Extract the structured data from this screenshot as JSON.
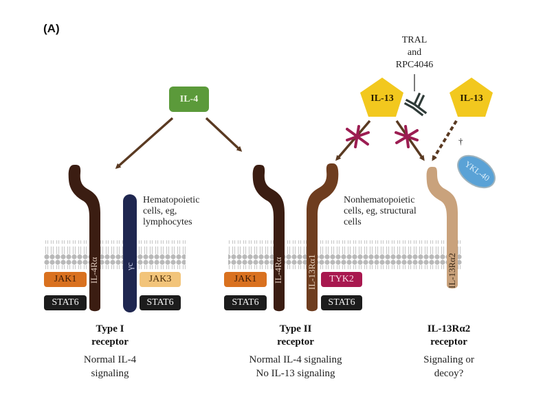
{
  "figure": {
    "panel_label": "(A)",
    "ligands": {
      "il4": "IL-4",
      "il13_left": "IL-13",
      "il13_right": "IL-13"
    },
    "antibody": {
      "label_line1": "TRAL",
      "label_line2": "and",
      "label_line3": "RPC4046"
    },
    "dagger": "†",
    "ykl40": "YKL-40",
    "receptor_chains": {
      "il4ra_type1": "IL-4Rα",
      "gamma_c": "γc",
      "il4ra_type2": "IL-4Rα",
      "il13ra1": "IL-13Rα1",
      "il13ra2": "IL-13Rα2"
    },
    "kinases": {
      "jak1_type1": "JAK1",
      "jak3": "JAK3",
      "jak1_type2": "JAK1",
      "tyk2": "TYK2"
    },
    "stats": {
      "stat6_1": "STAT6",
      "stat6_2": "STAT6",
      "stat6_3": "STAT6",
      "stat6_4": "STAT6"
    },
    "cell_notes": {
      "hematopoietic": [
        "Hematopoietic",
        "cells, eg,",
        "lymphocytes"
      ],
      "nonhematopoietic": [
        "Nonhematopoietic",
        "cells, eg, structural",
        "cells"
      ]
    },
    "receptors": [
      {
        "title_line1": "Type I",
        "title_line2": "receptor",
        "desc_line1": "Normal IL-4",
        "desc_line2": "signaling"
      },
      {
        "title_line1": "Type II",
        "title_line2": "receptor",
        "desc_line1": "Normal IL-4 signaling",
        "desc_line2": "No IL-13 signaling"
      },
      {
        "title_line1": "IL-13Rα2",
        "title_line2": "receptor",
        "desc_line1": "Signaling or",
        "desc_line2": "decoy?"
      }
    ],
    "colors": {
      "il4": "#5b9a3a",
      "il13": "#f2c81e",
      "il4ra": "#3b1d12",
      "gamma_c": "#1f2750",
      "il13ra1": "#6e3d1f",
      "il13ra2": "#c9a27c",
      "ykl40": "#5aa2d6",
      "inhibition_mark": "#9c1d52",
      "arrow": "#5a3a22",
      "antibody": "#2f3b38",
      "membrane": "#b8b8b8"
    }
  }
}
